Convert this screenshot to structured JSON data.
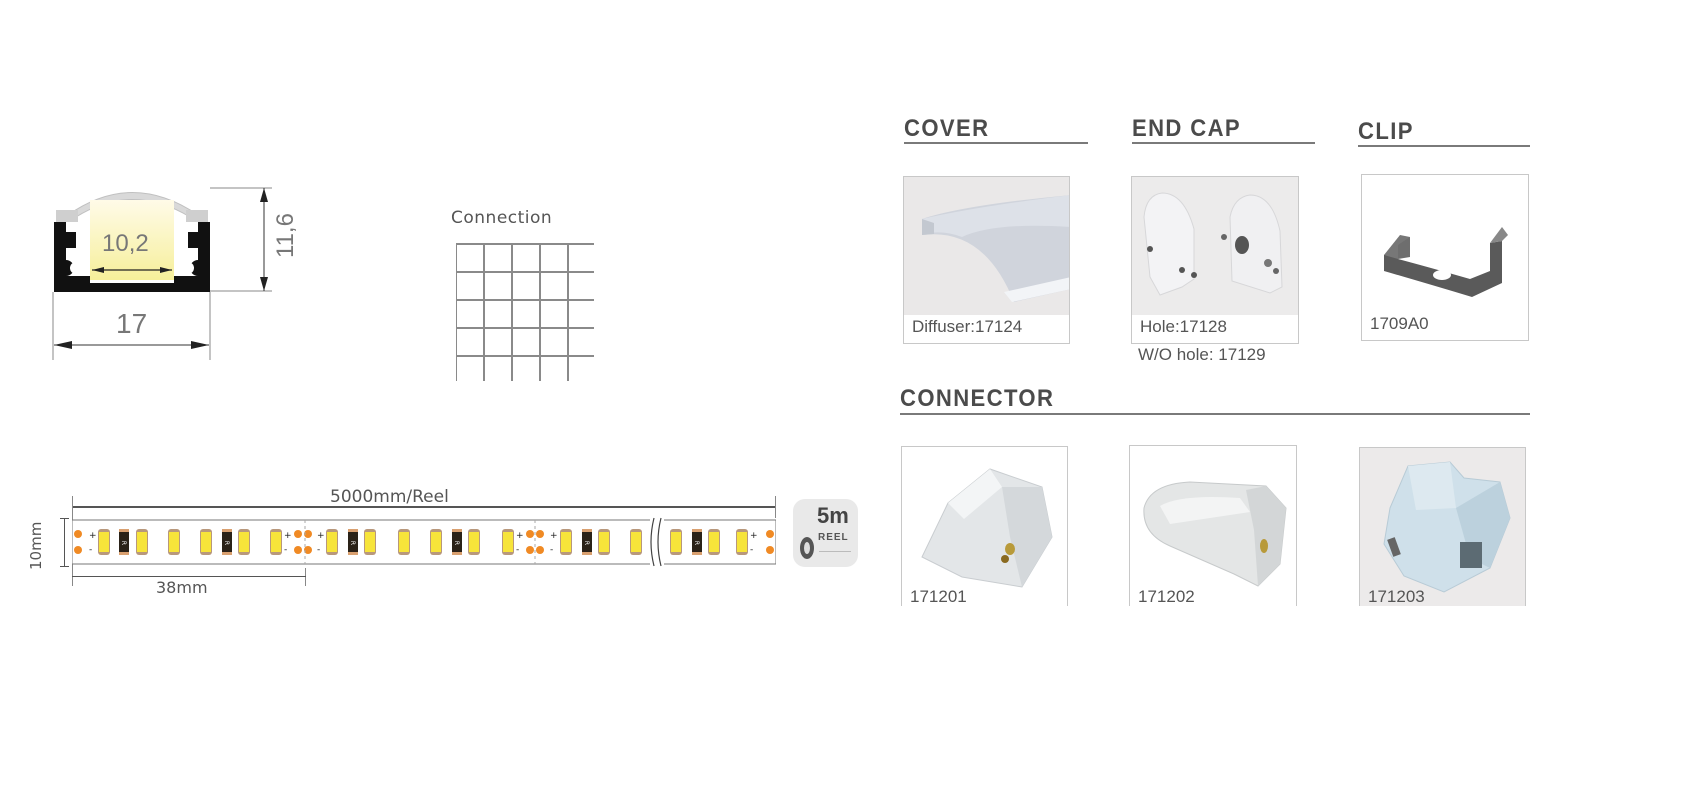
{
  "profile": {
    "inner_width": "10,2",
    "height": "11,6",
    "width": "17"
  },
  "connection": {
    "label": "Connection",
    "grid_rows": 5,
    "grid_cols": 5
  },
  "strip": {
    "reel_length": "5000mm/Reel",
    "segment_length": "38mm",
    "strip_height": "10mm",
    "polarity_plus": "+",
    "polarity_minus": "-",
    "resistor_label": "R",
    "colors": {
      "led_yellow": "#f7e43a",
      "led_pad": "#b89378",
      "solder_pad": "#f08a24",
      "resistor": "#222222"
    }
  },
  "badge": {
    "length": "5m",
    "unit": "REEL",
    "icon": "reel-icon"
  },
  "accessories": {
    "cover": {
      "title": "COVER",
      "caption": "Diffuser:17124"
    },
    "end_cap": {
      "title": "END CAP",
      "caption": "Hole:17128",
      "caption2": "W/O hole: 17129"
    },
    "clip": {
      "title": "CLIP",
      "caption": "1709A0"
    },
    "connector": {
      "title": "CONNECTOR",
      "items": [
        {
          "caption": "171201"
        },
        {
          "caption": "171202"
        },
        {
          "caption": "171203"
        }
      ]
    }
  }
}
